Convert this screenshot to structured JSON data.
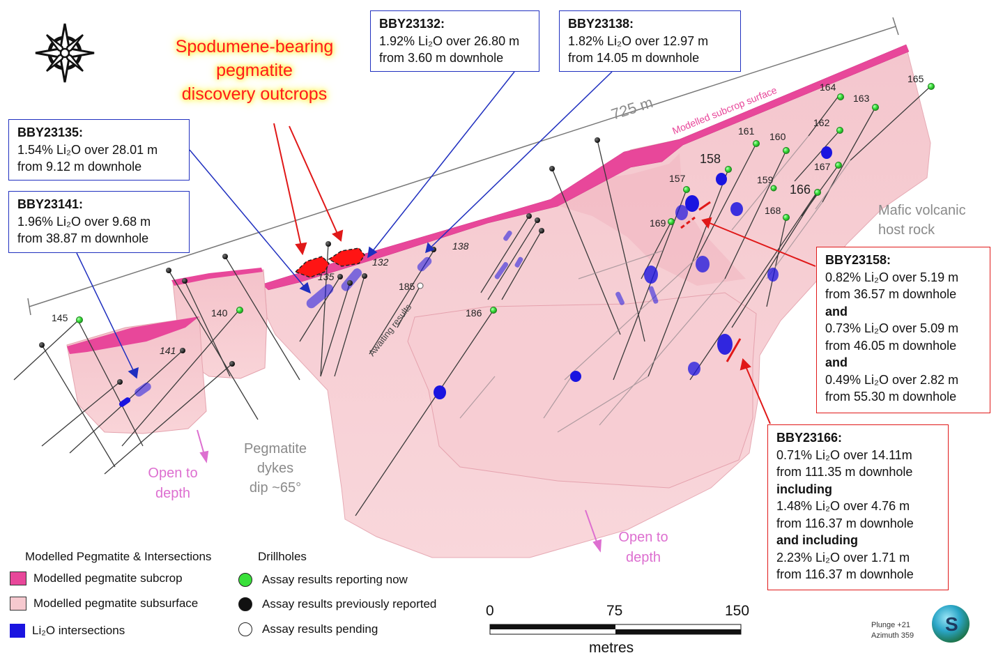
{
  "title": {
    "line1": "Spodumene-bearing",
    "line2": "pegmatite",
    "line3": "discovery outcrops"
  },
  "callouts": {
    "bby23132": {
      "hole": "BBY23132:",
      "l1": "1.92% Li₂O over 26.80 m",
      "l2": " from 3.60 m downhole"
    },
    "bby23138": {
      "hole": "BBY23138:",
      "l1": "1.82% Li₂O over 12.97 m",
      "l2": " from 14.05 m downhole"
    },
    "bby23135": {
      "hole": "BBY23135:",
      "l1": "1.54% Li₂O over 28.01 m",
      "l2": " from 9.12 m downhole"
    },
    "bby23141": {
      "hole": "BBY23141:",
      "l1": "1.96% Li₂O over 9.68 m",
      "l2": " from 38.87 m downhole"
    },
    "bby23158": {
      "hole": "BBY23158:",
      "l1": "0.82% Li₂O over 5.19 m",
      "l2": " from 36.57 m downhole",
      "and1": "and",
      "l3": "0.73% Li₂O over 5.09 m",
      "l4": "from 46.05 m downhole",
      "and2": "and",
      "l5": "0.49% Li₂O over 2.82 m",
      "l6": "from 55.30 m downhole"
    },
    "bby23166": {
      "hole": "BBY23166:",
      "l1": "0.71% Li₂O over 14.11m",
      "l2": " from 111.35 m downhole",
      "inc1": "including",
      "l3": "1.48% Li₂O over 4.76 m",
      "l4": "from 116.37 m downhole",
      "inc2": "and including",
      "l5": "2.23% Li₂O over 1.71 m",
      "l6": "from 116.37 m downhole"
    }
  },
  "labels": {
    "distance": "725 m",
    "subcrop_surface": "Modelled subcrop surface",
    "host_rock_1": "Mafic volcanic",
    "host_rock_2": "host rock",
    "dykes_1": "Pegmatite",
    "dykes_2": "dykes",
    "dykes_3": "dip ~65°",
    "open_depth_left_1": "Open to",
    "open_depth_left_2": "depth",
    "open_depth_right_1": "Open to",
    "open_depth_right_2": "depth",
    "awaiting": "Awaiting results"
  },
  "holes": [
    {
      "id": "145",
      "status": "reporting"
    },
    {
      "id": "140",
      "status": "reporting"
    },
    {
      "id": "141",
      "status": "previous"
    },
    {
      "id": "135",
      "status": "previous"
    },
    {
      "id": "132",
      "status": "previous"
    },
    {
      "id": "138",
      "status": "previous"
    },
    {
      "id": "185",
      "status": "pending"
    },
    {
      "id": "186",
      "status": "reporting"
    },
    {
      "id": "157",
      "status": "reporting"
    },
    {
      "id": "158",
      "status": "reporting"
    },
    {
      "id": "169",
      "status": "reporting"
    },
    {
      "id": "159",
      "status": "reporting"
    },
    {
      "id": "160",
      "status": "reporting"
    },
    {
      "id": "161",
      "status": "reporting"
    },
    {
      "id": "162",
      "status": "reporting"
    },
    {
      "id": "163",
      "status": "reporting"
    },
    {
      "id": "164",
      "status": "reporting"
    },
    {
      "id": "165",
      "status": "reporting"
    },
    {
      "id": "166",
      "status": "reporting"
    },
    {
      "id": "167",
      "status": "reporting"
    },
    {
      "id": "168",
      "status": "reporting"
    }
  ],
  "legend": {
    "pegmatite_heading": "Modelled Pegmatite & Intersections",
    "drillholes_heading": "Drillholes",
    "subcrop": "Modelled pegmatite subcrop",
    "subsurface": "Modelled pegmatite subsurface",
    "intersections": "Li₂O intersections",
    "reporting_now": "Assay results reporting now",
    "previously_reported": "Assay results previously reported",
    "pending": "Assay results pending"
  },
  "scale": {
    "ticks": [
      "0",
      "75",
      "150"
    ],
    "unit": "metres"
  },
  "orientation": {
    "plunge": "Plunge +21",
    "azimuth": "Azimuth 359"
  },
  "colors": {
    "subcrop": "#e8479a",
    "subsurface": "#f6c9cf",
    "intersection": "#1a14e0",
    "reporting_now": "#39e03a",
    "previously_reported": "#111111",
    "pending": "#ffffff",
    "leader_blue": "#1f2fbf",
    "leader_red": "#e01818",
    "open_depth": "#dd6fd0",
    "outcrop": "#ff1414"
  }
}
